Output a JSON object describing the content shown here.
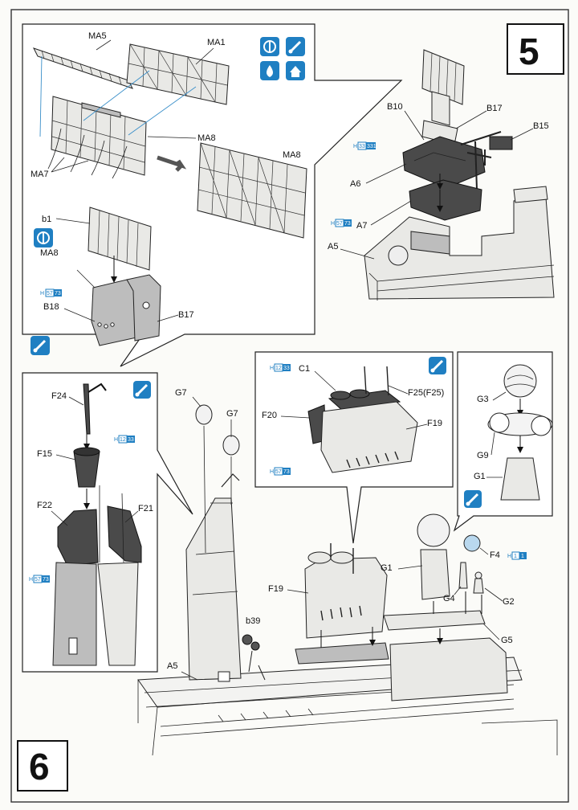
{
  "steps": {
    "step5": "5",
    "step6": "6"
  },
  "step5": {
    "inset_labels": {
      "ma5": "MA5",
      "ma1": "MA1",
      "ma7": "MA7",
      "ma8a": "MA8",
      "ma8b": "MA8",
      "b1": "b1",
      "ma8c": "MA8",
      "b18": "B18",
      "b17": "B17"
    },
    "main_labels": {
      "b10": "B10",
      "b17": "B17",
      "b15": "B15",
      "a6": "A6",
      "a7": "A7",
      "a5": "A5"
    },
    "paint_codes": {
      "h33": "H",
      "h33n": "33",
      "h33c": "331",
      "h57": "H",
      "h57n": "57",
      "h57c": "73",
      "h57b": "H",
      "h57bn": "57",
      "h57bc": "73"
    }
  },
  "step6": {
    "left_labels": {
      "f24": "F24",
      "f15": "F15",
      "f22": "F22",
      "f21": "F21"
    },
    "funnel_labels": {
      "c1": "C1",
      "f25": "F25(F25)",
      "f20": "F20",
      "f19": "F19"
    },
    "radome_labels": {
      "g3": "G3",
      "g9": "G9",
      "g1": "G1"
    },
    "main_labels": {
      "g7a": "G7",
      "g7b": "G7",
      "b39": "b39",
      "a5": "A5",
      "f19": "F19",
      "g1": "G1",
      "g4": "G4",
      "g2": "G2",
      "g5": "G5",
      "f4": "F4"
    },
    "paint_codes": {
      "h12": "H",
      "h12n": "12",
      "h12c": "33",
      "h57": "H",
      "h57n": "57",
      "h57c": "73",
      "h12b": "H",
      "h12bn": "12",
      "h12bc": "33",
      "h57b": "H",
      "h57bn": "57",
      "h57bc": "73",
      "h1": "H",
      "h1n": "1",
      "h1c": "1"
    }
  }
}
